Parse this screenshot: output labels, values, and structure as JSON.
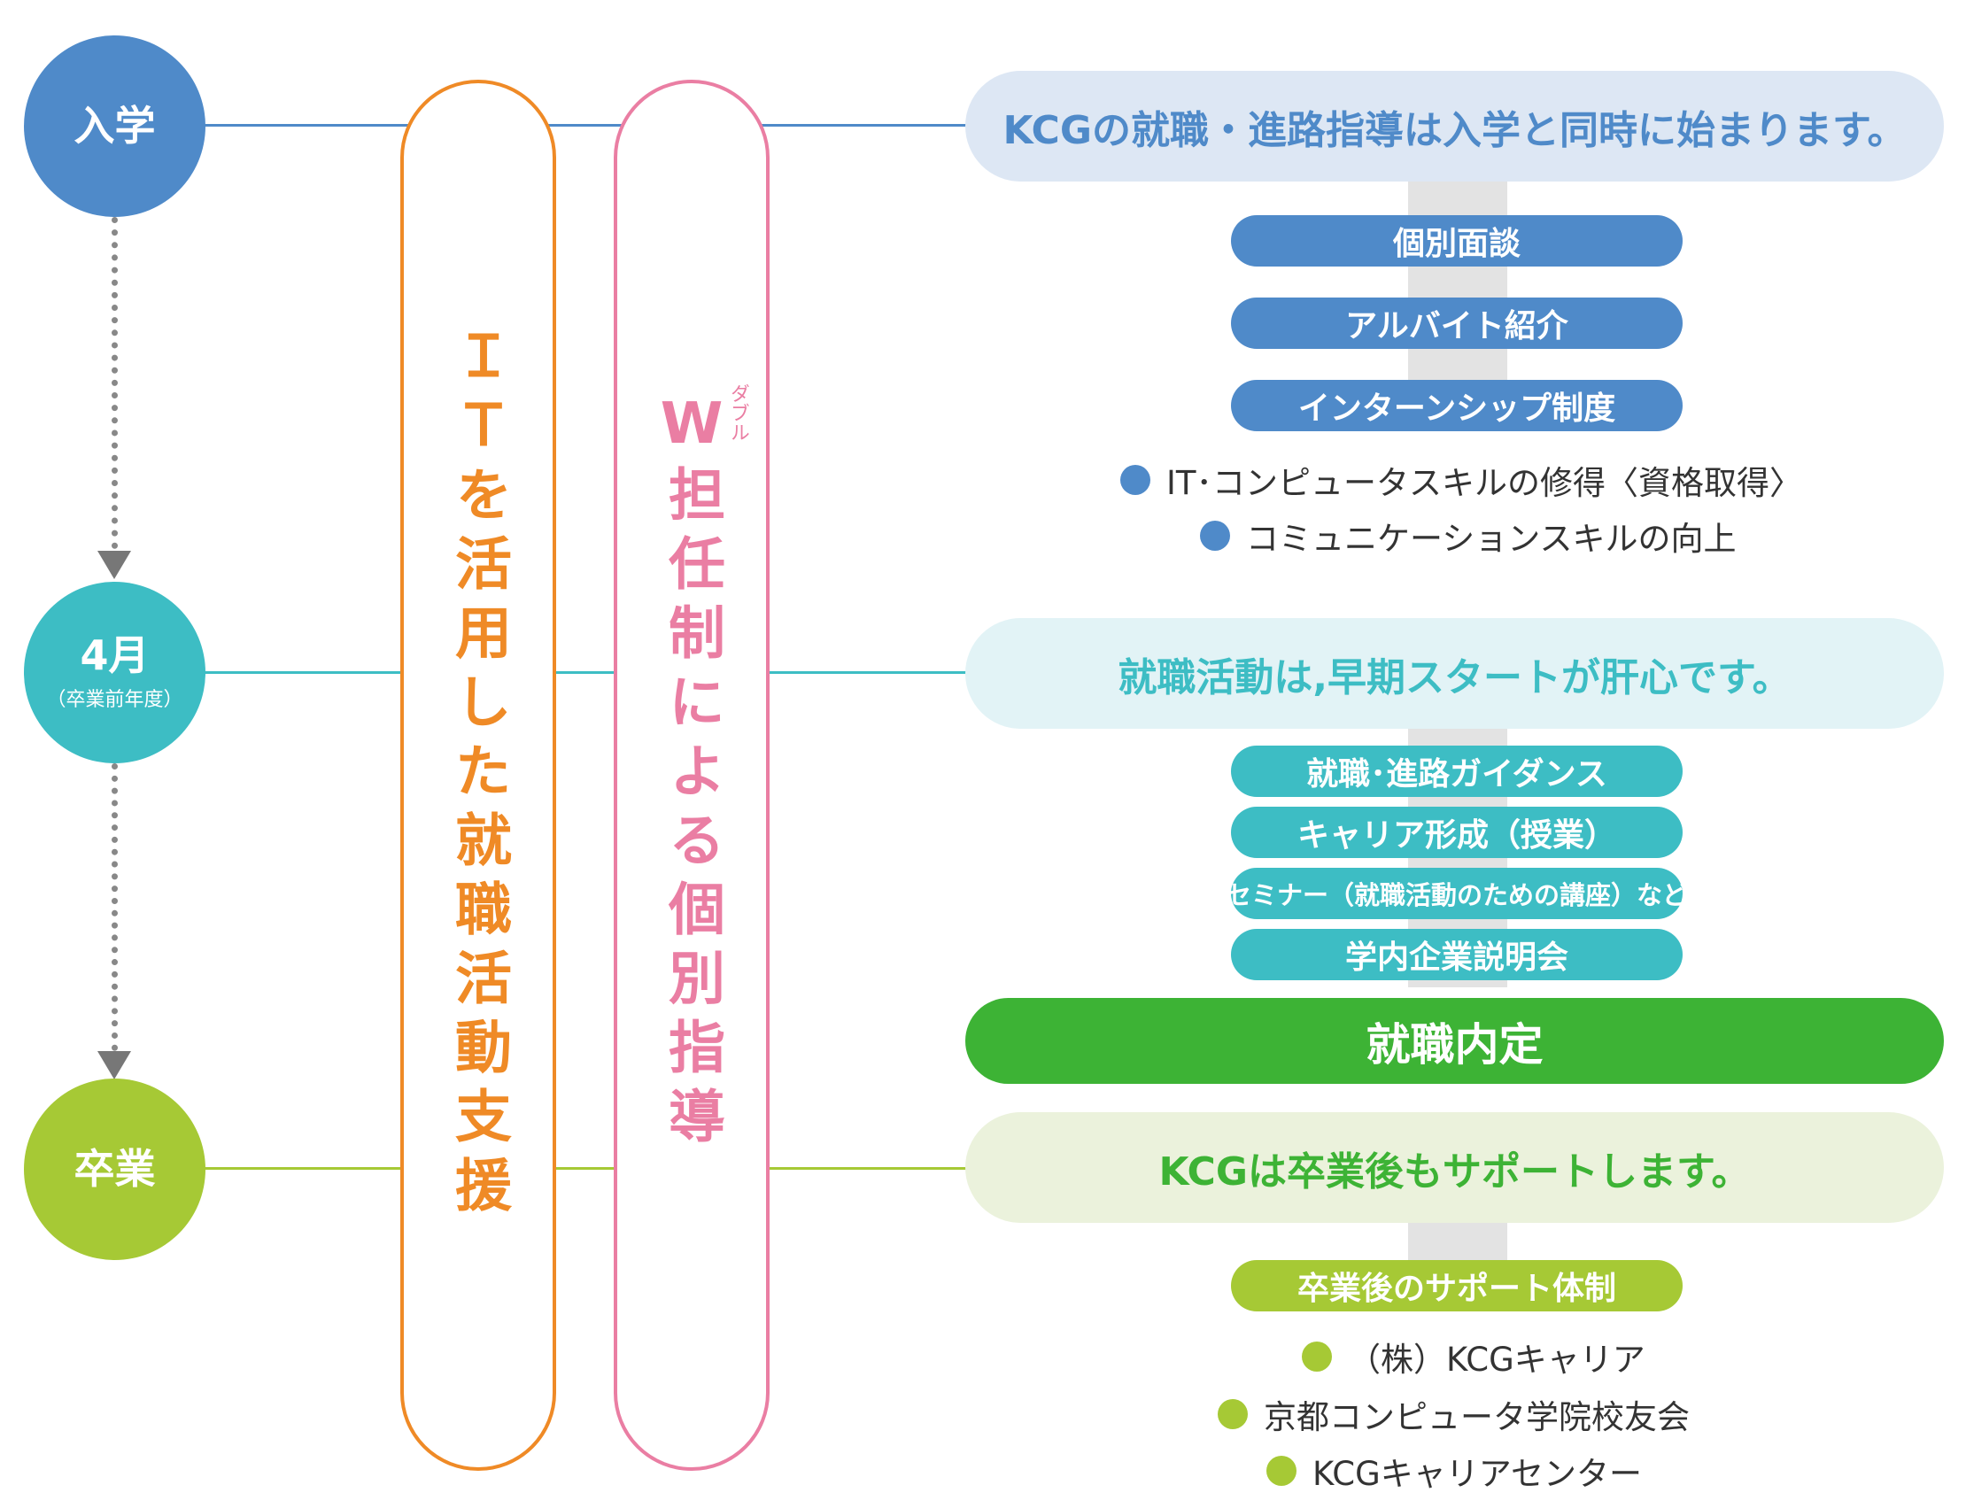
{
  "colors": {
    "blue": "#4f8ac9",
    "teal": "#3dbdc4",
    "lime": "#a6c935",
    "green": "#3db335",
    "orange": "#ef8a26",
    "pink": "#ea7ea3",
    "blue_bg": "#dde7f4",
    "teal_bg": "#e2f3f6",
    "lime_bg": "#ebf2dc"
  },
  "stages": {
    "entry": "入学",
    "april": "4月",
    "april_sub": "（卒業前年度）",
    "graduation": "卒業"
  },
  "columns": {
    "it_support": "ＩＴを活用した就職活動支援",
    "w_head": "W",
    "w_ruby": "ダブル",
    "w_rest": "担任制による個別指導"
  },
  "sections": {
    "entry": {
      "banner": "KCGの就職・進路指導は入学と同時に始まります。",
      "tags": [
        "個別面談",
        "アルバイト紹介",
        "インターンシップ制度"
      ],
      "bullets": [
        "IT･コンピュータスキルの修得〈資格取得〉",
        "コミュニケーションスキルの向上"
      ]
    },
    "april": {
      "banner": "就職活動は,早期スタートが肝心です。",
      "tags": [
        "就職･進路ガイダンス",
        "キャリア形成（授業）",
        "セミナー（就職活動のための講座）など",
        "学内企業説明会"
      ]
    },
    "offer": {
      "banner": "就職内定"
    },
    "graduation": {
      "banner": "KCGは卒業後もサポートします。",
      "tags": [
        "卒業後のサポート体制"
      ],
      "bullets": [
        "（株）KCGキャリア",
        "京都コンピュータ学院校友会",
        "KCGキャリアセンター"
      ]
    }
  }
}
